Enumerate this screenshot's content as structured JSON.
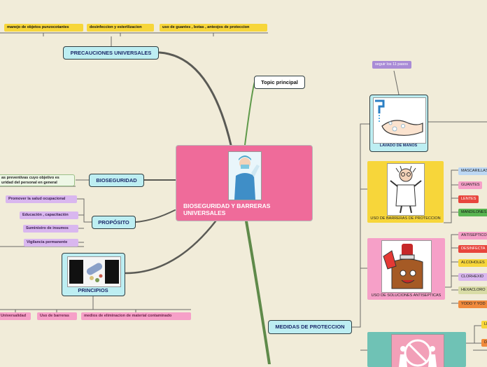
{
  "central": {
    "title": "BIOSEGURIDAD Y BARRERAS UNIVERSALES",
    "color": "#ef6b9a"
  },
  "topic_principal": "Topic principal",
  "precauciones": {
    "label": "PRECAUCIONES UNIVERSALES",
    "items": [
      "manejo de objetos punzocotantes",
      "desinfeccion y esterilizacion",
      "uso de guantes , botas , anteojos de proteccion"
    ]
  },
  "bioseguridad": {
    "label": "BIOSEGURIDAD",
    "definition_line1": "as preventivas cuyo objetivo es",
    "definition_line2": "uridad del personal en general"
  },
  "proposito": {
    "label": "PROPÓSITO",
    "items": [
      "Promover la salud ocupacional",
      "Educación , capacitación",
      "Suministro de insumos",
      "Vigilancia permanente"
    ]
  },
  "principios": {
    "label": "PRINCIPIOS",
    "items": [
      "Universalidad",
      "Uso de barreras",
      "medios de eliminacion de material contaminado"
    ]
  },
  "medidas": {
    "label": "MEDIDAS DE PROTECCION"
  },
  "lavado": {
    "label": "LAVADO DE MANOS",
    "note": "seguir los 11 pasos"
  },
  "barreras": {
    "label": "USO DE BARRERAS DE PROTECCION",
    "items": [
      "MASCARILLAS",
      "GUANTES",
      "LENTES",
      "MANDILONES"
    ]
  },
  "soluciones": {
    "label": "USO DE SOLUCIONES ANTISEPTICAS",
    "items": [
      "ANTISEPTICO",
      "DESINFECTA",
      "ALCOHOLES",
      "CLORHEXID",
      "HEXACLORO",
      "YODO Y YOD"
    ]
  },
  "bottom_tags": [
    "LI",
    "DI"
  ],
  "colors": {
    "background": "#f1ecd9",
    "central": "#ef6b9a",
    "branch_cyan": "#bdeef2",
    "tag_yellow": "#f7d63a",
    "tag_purple": "#d9b7ef",
    "tag_pink": "#f6a0c8",
    "tag_blue": "#bcd7f3",
    "tag_red": "#e8453c",
    "tag_green": "#5ab552",
    "tag_orange": "#f08a3c",
    "tag_olive": "#d9dca6",
    "note_purple": "#a98bd6"
  },
  "icons": [
    "nurse-image",
    "hand-washing-image",
    "doctor-cartoon-image",
    "antiseptic-bottle-image",
    "medicine-pills-image",
    "crossed-sign-image"
  ]
}
